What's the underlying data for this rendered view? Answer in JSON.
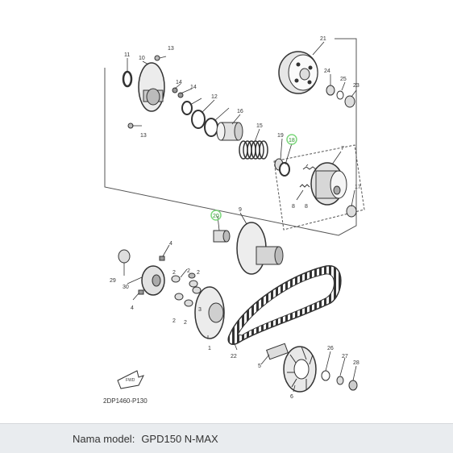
{
  "diagram": {
    "drawing_code": "2DP1460-P130",
    "fwd_label": "FWD",
    "highlight_color": "#7dd87d",
    "part_callouts": [
      "1",
      "2",
      "2",
      "2",
      "2",
      "2",
      "3",
      "4",
      "4",
      "5",
      "6",
      "7",
      "8",
      "8",
      "9",
      "10",
      "11",
      "12",
      "13",
      "13",
      "14",
      "14",
      "15",
      "16",
      "17",
      "18",
      "19",
      "20",
      "21",
      "22",
      "23",
      "24",
      "25",
      "26",
      "27",
      "28",
      "29",
      "30"
    ]
  },
  "caption": {
    "label": "Nama model:",
    "value": "GPD150 N-MAX"
  }
}
